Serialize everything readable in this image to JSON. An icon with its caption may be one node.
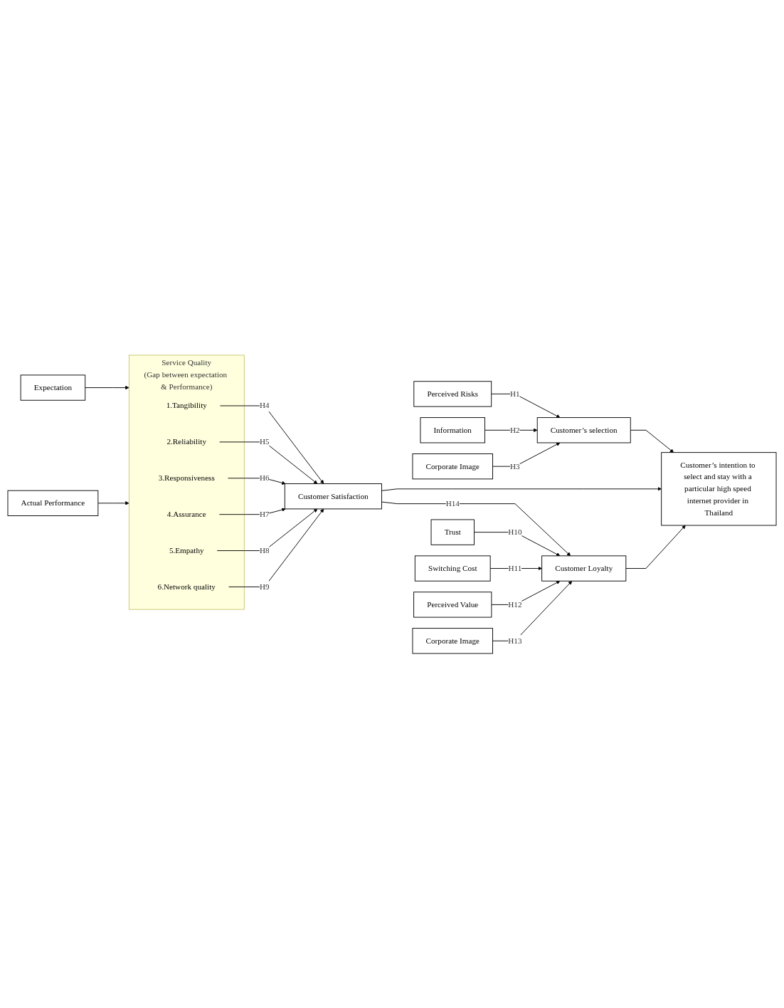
{
  "diagram": {
    "nodes": [
      {
        "text": [
          "Perceived Risks"
        ]
      },
      {
        "text": [
          "Information"
        ]
      },
      {
        "text": [
          "Corporate Image"
        ]
      },
      {
        "text": [
          "Customer’s selection"
        ]
      },
      {
        "text": [
          "Expectation"
        ]
      },
      {
        "text": [
          "Service Quality",
          "(Gap between expectation & Performance)"
        ]
      },
      {
        "text": [
          "1.Tangibility"
        ],
        "in": 5
      },
      {
        "text": [
          "2.Reliability"
        ],
        "in": 5
      },
      {
        "text": [
          "3.Responsiveness"
        ],
        "in": 5
      },
      {
        "text": [
          "4.Assurance"
        ],
        "in": 5
      },
      {
        "text": [
          "5.Empathy"
        ],
        "in": 5
      },
      {
        "text": [
          "6.Network quality"
        ],
        "in": 5
      },
      {
        "text": [
          "Actual Performance"
        ]
      },
      {
        "text": [
          "Customer Satisfaction"
        ]
      },
      {
        "text": [
          "Customer’s intention to select and stay with a particular high speed internet provider in Thailand"
        ]
      },
      {
        "text": [
          "Trust"
        ]
      },
      {
        "text": [
          "Switching Cost"
        ]
      },
      {
        "text": [
          "Perceived Value"
        ]
      },
      {
        "text": [
          "Corporate Image"
        ]
      },
      {
        "text": [
          "Customer Loyalty"
        ]
      }
    ],
    "edges": [
      {
        "from": 0,
        "to": 3,
        "arrow": "to",
        "label": "H1"
      },
      {
        "from": 1,
        "to": 3,
        "arrow": "to",
        "label": "H2"
      },
      {
        "from": 2,
        "to": 3,
        "arrow": "to",
        "label": "H3"
      },
      {
        "from": 3,
        "to": 14,
        "arrow": "to"
      },
      {
        "from": 4,
        "to": 5,
        "arrow": "to"
      },
      {
        "from": 6,
        "to": 13,
        "arrow": "to",
        "label": "H4"
      },
      {
        "from": 7,
        "to": 13,
        "arrow": "to",
        "label": "H5"
      },
      {
        "from": 8,
        "to": 13,
        "arrow": "to",
        "label": "H6"
      },
      {
        "from": 9,
        "to": 13,
        "arrow": "to",
        "label": "H7"
      },
      {
        "from": 10,
        "to": 13,
        "arrow": "to",
        "label": "H8"
      },
      {
        "from": 11,
        "to": 13,
        "arrow": "to",
        "label": "H9"
      },
      {
        "from": 12,
        "to": 5,
        "arrow": "to"
      },
      {
        "from": 13,
        "to": 14,
        "arrow": "to"
      },
      {
        "from": 13,
        "to": 19,
        "arrow": "to",
        "label": "H14"
      },
      {
        "from": 15,
        "to": 19,
        "arrow": "to",
        "label": "H10"
      },
      {
        "from": 16,
        "to": 19,
        "arrow": "to",
        "label": "H11"
      },
      {
        "from": 17,
        "to": 19,
        "arrow": "to",
        "label": "H12"
      },
      {
        "from": 18,
        "to": 19,
        "arrow": "to",
        "label": "H13"
      },
      {
        "from": 19,
        "to": 14,
        "arrow": "to"
      }
    ]
  }
}
